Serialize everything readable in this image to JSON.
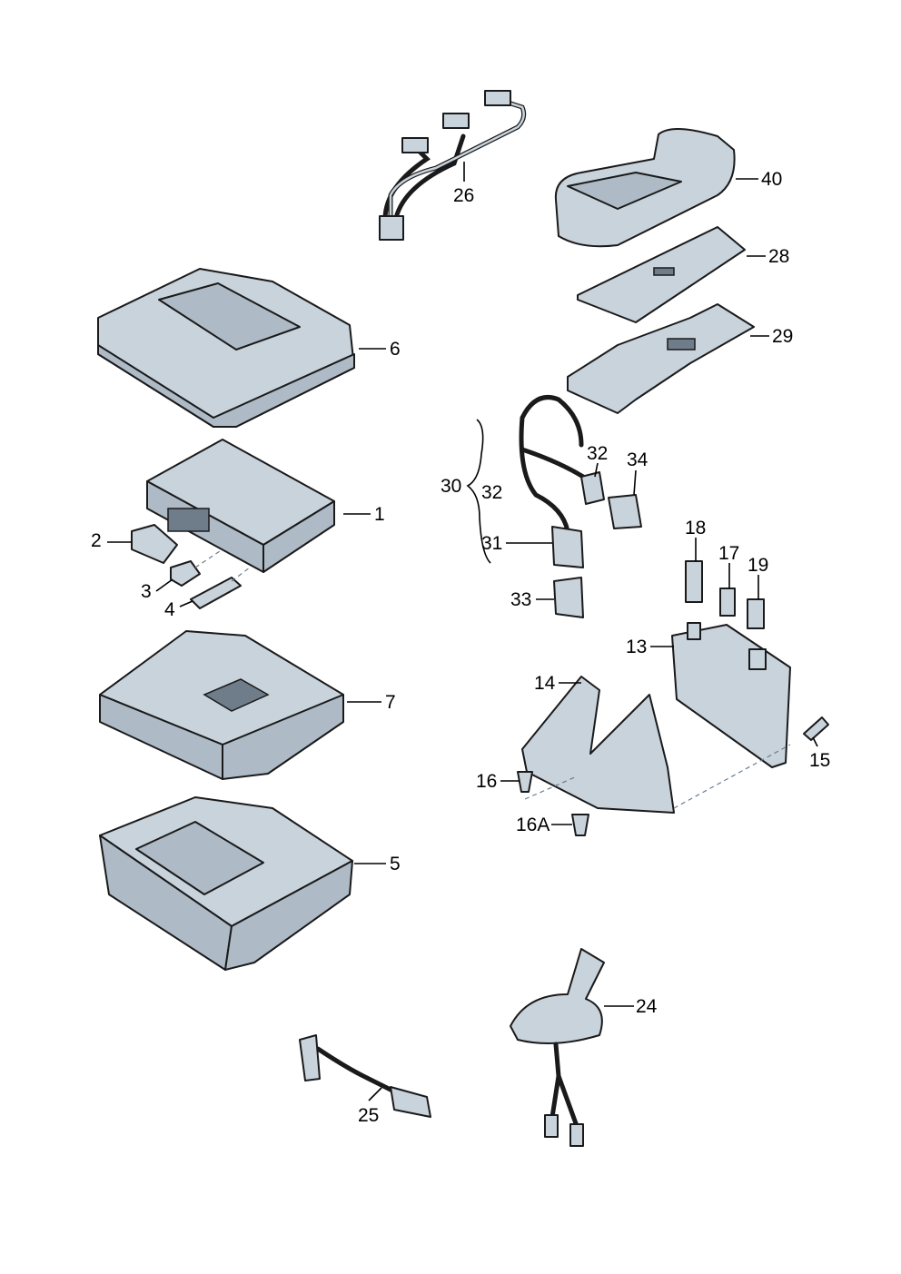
{
  "diagram": {
    "type": "exploded parts diagram",
    "callouts": [
      {
        "id": "26",
        "label": "26"
      },
      {
        "id": "40",
        "label": "40"
      },
      {
        "id": "28",
        "label": "28"
      },
      {
        "id": "29",
        "label": "29"
      },
      {
        "id": "6",
        "label": "6"
      },
      {
        "id": "30",
        "label": "30"
      },
      {
        "id": "32a",
        "label": "32"
      },
      {
        "id": "32b",
        "label": "32"
      },
      {
        "id": "34",
        "label": "34"
      },
      {
        "id": "1",
        "label": "1"
      },
      {
        "id": "2",
        "label": "2"
      },
      {
        "id": "31",
        "label": "31"
      },
      {
        "id": "18",
        "label": "18"
      },
      {
        "id": "17",
        "label": "17"
      },
      {
        "id": "19",
        "label": "19"
      },
      {
        "id": "3",
        "label": "3"
      },
      {
        "id": "4",
        "label": "4"
      },
      {
        "id": "33",
        "label": "33"
      },
      {
        "id": "13",
        "label": "13"
      },
      {
        "id": "14",
        "label": "14"
      },
      {
        "id": "7",
        "label": "7"
      },
      {
        "id": "15",
        "label": "15"
      },
      {
        "id": "16",
        "label": "16"
      },
      {
        "id": "16A",
        "label": "16A"
      },
      {
        "id": "5",
        "label": "5"
      },
      {
        "id": "24",
        "label": "24"
      },
      {
        "id": "25",
        "label": "25"
      }
    ]
  }
}
